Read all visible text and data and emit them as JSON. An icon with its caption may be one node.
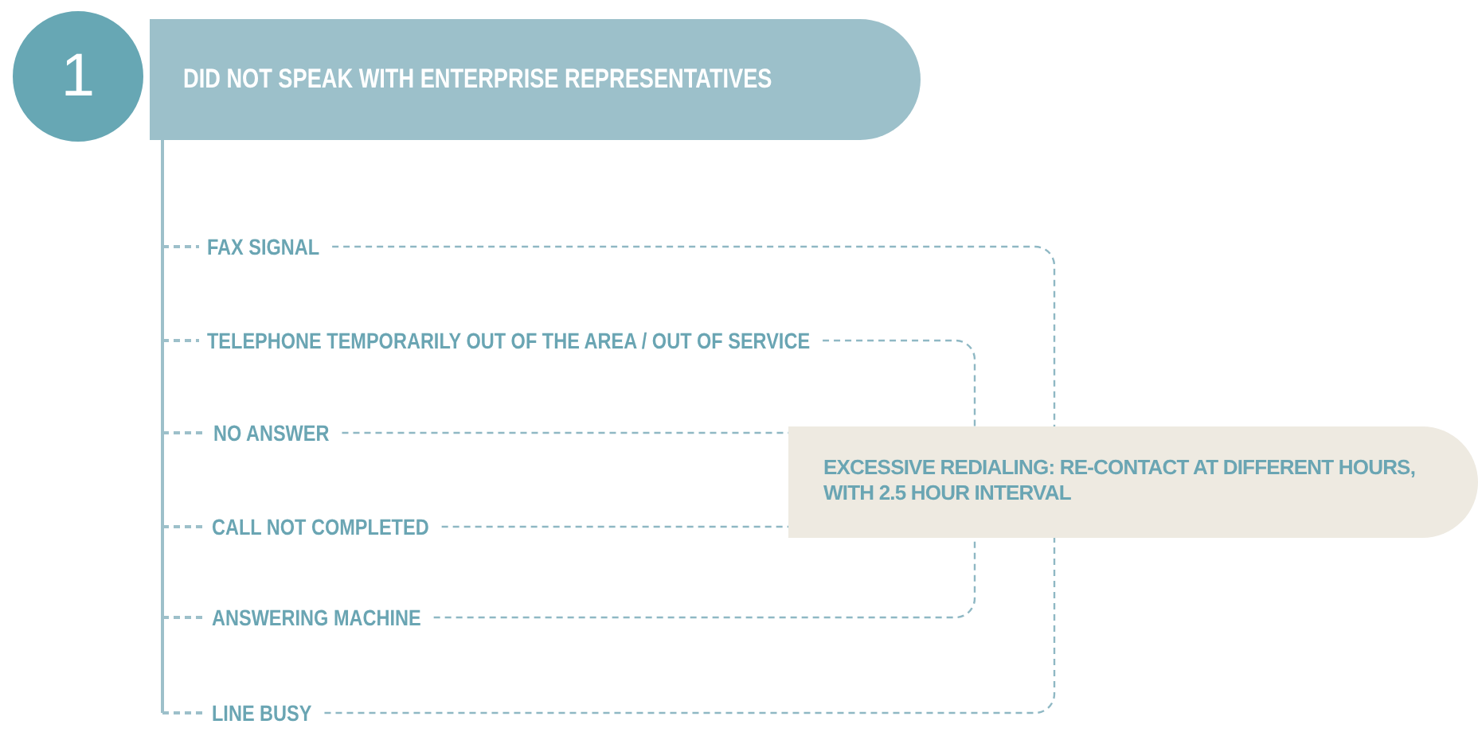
{
  "diagram": {
    "nodes": [
      {
        "text": [
          "1"
        ]
      },
      {
        "text": [
          "DID NOT SPEAK WITH ENTERPRISE REPRESENTATIVES"
        ]
      },
      {
        "text": [
          "FAX SIGNAL"
        ]
      },
      {
        "text": [
          "TELEPHONE TEMPORARILY OUT OF THE AREA / OUT OF SERVICE"
        ]
      },
      {
        "text": [
          "NO ANSWER"
        ]
      },
      {
        "text": [
          "CALL NOT COMPLETED"
        ]
      },
      {
        "text": [
          "ANSWERING MACHINE"
        ]
      },
      {
        "text": [
          "LINE BUSY"
        ]
      },
      {
        "text": [
          "EXCESSIVE REDIALING: RE-CONTACT AT DIFFERENT HOURS, WITH 2.5 HOUR INTERVAL"
        ]
      }
    ],
    "edges": [
      {
        "from": 1,
        "to": 2,
        "arrow": "none"
      },
      {
        "from": 1,
        "to": 3,
        "arrow": "none"
      },
      {
        "from": 1,
        "to": 4,
        "arrow": "none"
      },
      {
        "from": 1,
        "to": 5,
        "arrow": "none"
      },
      {
        "from": 1,
        "to": 6,
        "arrow": "none"
      },
      {
        "from": 1,
        "to": 7,
        "arrow": "none"
      },
      {
        "from": 2,
        "to": 8,
        "arrow": "none"
      },
      {
        "from": 3,
        "to": 8,
        "arrow": "none"
      },
      {
        "from": 4,
        "to": 8,
        "arrow": "none"
      },
      {
        "from": 5,
        "to": 8,
        "arrow": "none"
      },
      {
        "from": 6,
        "to": 8,
        "arrow": "none"
      },
      {
        "from": 7,
        "to": 8,
        "arrow": "none"
      }
    ]
  }
}
